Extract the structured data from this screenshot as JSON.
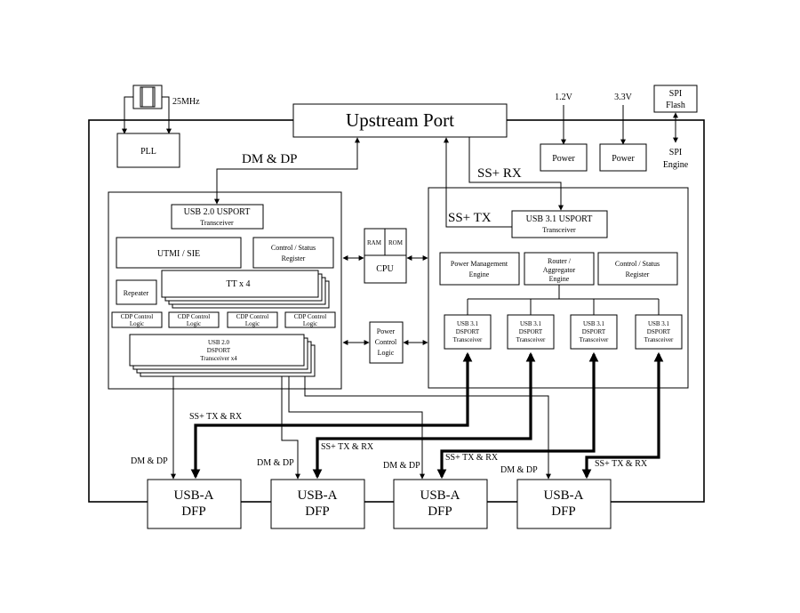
{
  "upstream_port": "Upstream Port",
  "crystal_freq": "25MHz",
  "pll": "PLL",
  "dm_dp_top": "DM & DP",
  "ss_rx": "SS+ RX",
  "ss_tx": "SS+ TX",
  "voltage_12": "1.2V",
  "voltage_33": "3.3V",
  "power_1": "Power",
  "power_2": "Power",
  "spi_flash": [
    "SPI",
    "Flash"
  ],
  "spi_engine": [
    "SPI",
    "Engine"
  ],
  "usb20_block": {
    "usport": [
      "USB 2.0 USPORT",
      "Transceiver"
    ],
    "utmi": "UTMI / SIE",
    "control": [
      "Control / Status",
      "Register"
    ],
    "repeater": "Repeater",
    "tt": "TT x 4",
    "cdp": [
      [
        "CDP Control",
        "Logic"
      ],
      [
        "CDP Control",
        "Logic"
      ],
      [
        "CDP Control",
        "Logic"
      ],
      [
        "CDP Control",
        "Logic"
      ]
    ],
    "dsport": [
      "USB 2.0",
      "DSPORT",
      "Transceiver x4"
    ]
  },
  "cpu_block": {
    "ram": "RAM",
    "rom": "ROM",
    "cpu": "CPU"
  },
  "power_control": [
    "Power",
    "Control",
    "Logic"
  ],
  "usb31_block": {
    "usport": [
      "USB 3.1 USPORT",
      "Transceiver"
    ],
    "pme": [
      "Power Management",
      "Engine"
    ],
    "router": [
      "Router /",
      "Aggregator",
      "Engine"
    ],
    "control": [
      "Control / Status",
      "Register"
    ],
    "dsports": [
      [
        "USB 3.1",
        "DSPORT",
        "Transceiver"
      ],
      [
        "USB 3.1",
        "DSPORT",
        "Transceiver"
      ],
      [
        "USB 3.1",
        "DSPORT",
        "Transceiver"
      ],
      [
        "USB 3.1",
        "DSPORT",
        "Transceiver"
      ]
    ]
  },
  "dm_dp_label": "DM & DP",
  "ss_txrx_label": "SS+ TX & RX",
  "ports": [
    [
      "USB-A",
      "DFP"
    ],
    [
      "USB-A",
      "DFP"
    ],
    [
      "USB-A",
      "DFP"
    ],
    [
      "USB-A",
      "DFP"
    ]
  ]
}
